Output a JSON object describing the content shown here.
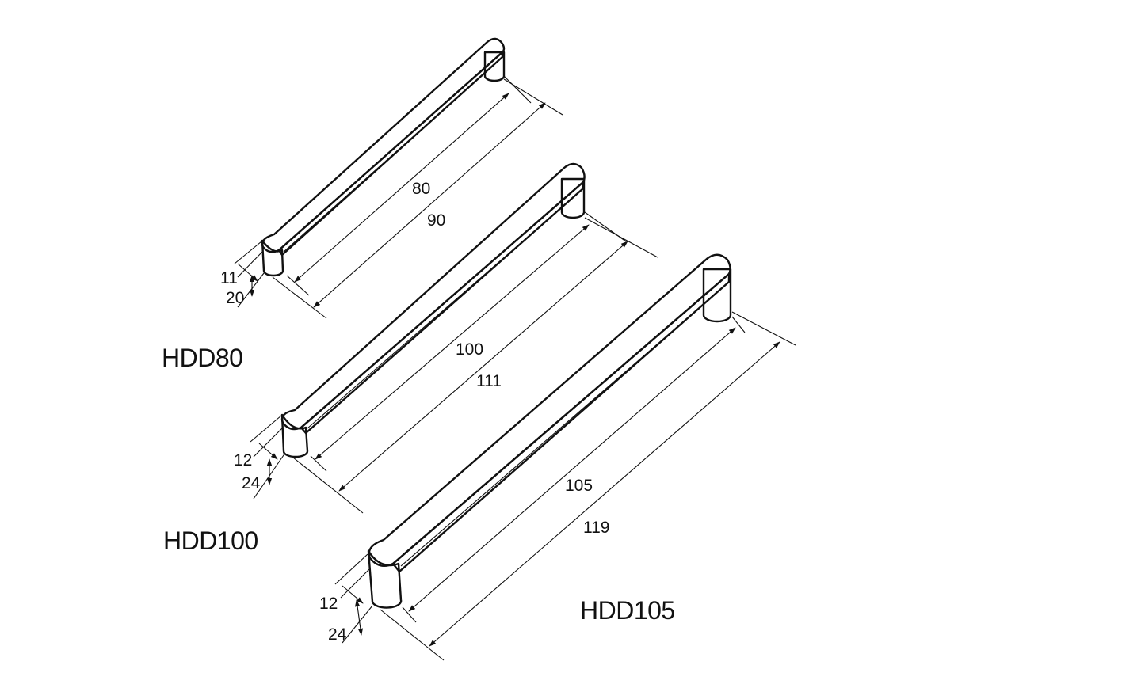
{
  "handles": [
    {
      "model": "HDD80",
      "dims": {
        "hole_spacing": "80",
        "overall_length": "90",
        "width": "11",
        "height": "20"
      }
    },
    {
      "model": "HDD100",
      "dims": {
        "hole_spacing": "100",
        "overall_length": "111",
        "width": "12",
        "height": "24"
      }
    },
    {
      "model": "HDD105",
      "dims": {
        "hole_spacing": "105",
        "overall_length": "119",
        "width": "12",
        "height": "24"
      }
    }
  ],
  "colors": {
    "line": "#111111",
    "handle_fill": "#f1f1f1",
    "leg_fill": "#dedede",
    "background": "#ffffff"
  }
}
